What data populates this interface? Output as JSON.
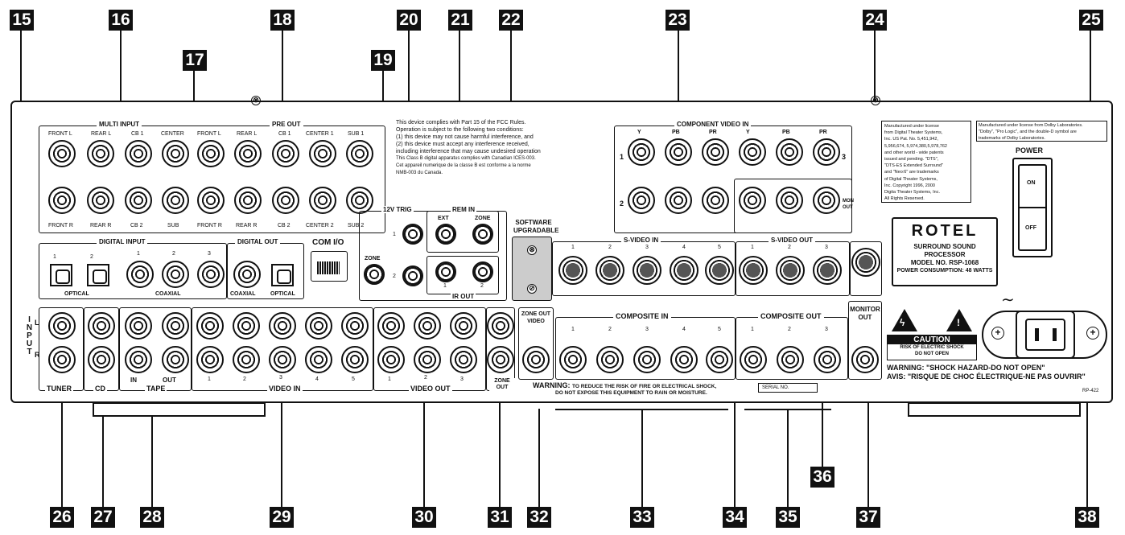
{
  "callouts": [
    "15",
    "16",
    "17",
    "18",
    "19",
    "20",
    "21",
    "22",
    "23",
    "24",
    "25",
    "26",
    "27",
    "28",
    "29",
    "30",
    "31",
    "32",
    "33",
    "34",
    "35",
    "36",
    "37",
    "38"
  ],
  "labels": {
    "multi_input": "MULTI INPUT",
    "pre_out": "PRE OUT",
    "front_l": "FRONT L",
    "rear_l": "REAR L",
    "cb1": "CB 1",
    "center": "CENTER",
    "center1": "CENTER 1",
    "sub1": "SUB 1",
    "front_r": "FRONT R",
    "rear_r": "REAR R",
    "cb2": "CB 2",
    "sub": "SUB",
    "center2": "CENTER 2",
    "sub2": "SUB 2",
    "digital_input": "DIGITAL INPUT",
    "digital_out": "DIGITAL OUT",
    "optical": "OPTICAL",
    "coaxial": "COAXIAL",
    "com_io": "COM I/O",
    "trig12v": "12V TRIG",
    "rem_in": "REM IN",
    "ext": "EXT",
    "zone": "ZONE",
    "ir_out": "IR OUT",
    "software_upgradable": "SOFTWARE UPGRADABLE",
    "component_video_in": "COMPONENT VIDEO IN",
    "y": "Y",
    "pb": "PB",
    "pr": "PR",
    "mon_out": "MON OUT",
    "svideo_in": "S-VIDEO IN",
    "svideo_out": "S-VIDEO OUT",
    "composite_in": "COMPOSITE IN",
    "composite_out": "COMPOSITE OUT",
    "monitor_out": "MONITOR OUT",
    "zone_out_video": "ZONE OUT VIDEO",
    "zone_out": "ZONE OUT",
    "input": "INPUT",
    "l": "L",
    "r": "R",
    "tuner": "TUNER",
    "cd": "CD",
    "tape": "TAPE",
    "in": "IN",
    "out": "OUT",
    "video_in": "VIDEO IN",
    "video_out": "VIDEO OUT",
    "power": "POWER",
    "on": "ON",
    "off": "OFF",
    "serial_no": "SERIAL NO.",
    "rp": "RP-422",
    "caution": "CAUTION",
    "caution_sub1": "RISK OF ELECTRIC SHOCK",
    "caution_sub2": "DO NOT OPEN",
    "warning_main": "WARNING:",
    "warning_text1": "TO REDUCE THE RISK OF FIRE OR ELECTRICAL SHOCK,",
    "warning_text2": "DO NOT EXPOSE THIS EQUIPMENT TO RAIN OR MOISTURE.",
    "warning_shock": "WARNING: \"SHOCK HAZARD-DO NOT OPEN\"",
    "avis": "AVIS: \"RISQUE DE CHOC ÉLECTRIQUE-NE PAS OUVRIR\"",
    "ac_symbol": "∼"
  },
  "numbers": [
    "1",
    "2",
    "3",
    "4",
    "5"
  ],
  "fcc": [
    "This device complies with Part 15 of the FCC Rules.",
    "Operation is subject to the following two conditions:",
    "(1) this device may not cause harmful interference, and",
    "(2) this device must accept any interference received,",
    "including interference that may cause undesired operation",
    "This Class B digital apparatus complies with Canadian ICES-003.",
    "Cet appareil numerique de la classe B est conforme a la norme",
    "NMB-003 du Canada."
  ],
  "dts": [
    "Manufactured under license",
    "from Digital Theater Systems,",
    "Inc. US Pat. No. 5,451,942,",
    "5,956,674, 5,974,380,5,978,762",
    "and other world - wide patents",
    "issued and pending. \"DTS\",",
    "\"DTS-ES Extended Surround\"",
    "and \"Neo:6\" are trademarks",
    "of Digital Theater Systems,",
    "Inc. Copyright 1996, 2000",
    "Digita Theater Systems, Inc.",
    "All Rights Reserved."
  ],
  "dolby": [
    "Manufactured under license from Dolby Laboratories.",
    "\"Dolby\", \"Pro Logic\", and the double-D symbol are",
    "trademarks of Dolby Laboratories."
  ],
  "brand": {
    "name": "ROTEL",
    "line1": "SURROUND SOUND",
    "line2": "PROCESSOR",
    "model": "MODEL NO. RSP-1068",
    "power": "POWER CONSUMPTION: 48 WATTS"
  }
}
